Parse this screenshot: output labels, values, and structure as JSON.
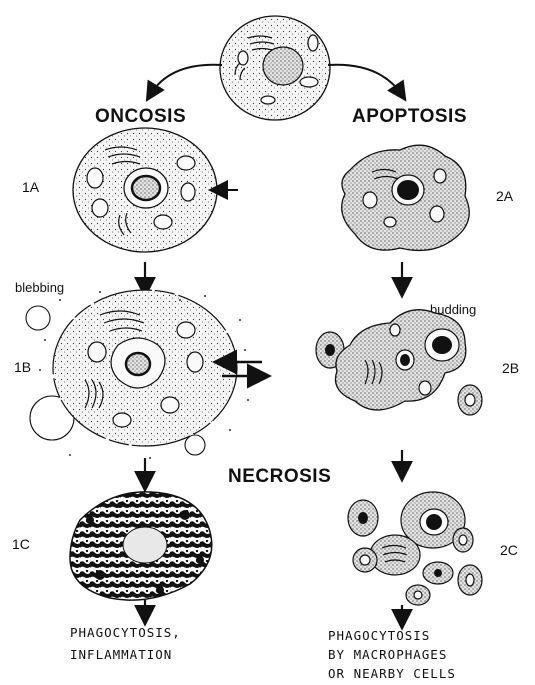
{
  "headings": {
    "left": "ONCOSIS",
    "right": "APOPTOSIS",
    "middle": "NECROSIS"
  },
  "stages": {
    "s1a": "1A",
    "s1b": "1B",
    "s1c": "1C",
    "s2a": "2A",
    "s2b": "2B",
    "s2c": "2C"
  },
  "notes": {
    "blebbing": "blebbing",
    "budding": "budding"
  },
  "outcomes": {
    "oncosis_line1": "PHAGOCYTOSIS,",
    "oncosis_line2": "INFLAMMATION",
    "apoptosis_line1": "PHAGOCYTOSIS",
    "apoptosis_line2": "BY MACROPHAGES",
    "apoptosis_line3": "OR NEARBY CELLS"
  }
}
